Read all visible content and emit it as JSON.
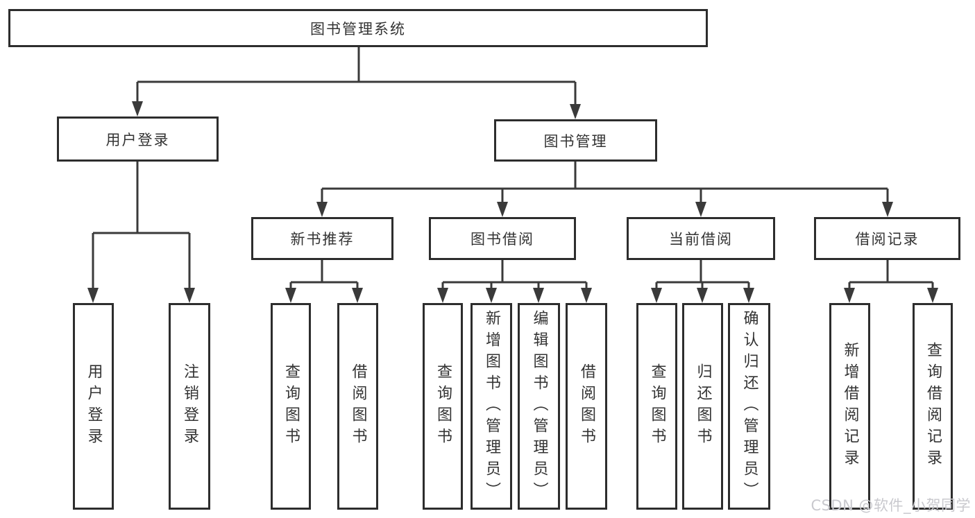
{
  "colors": {
    "background": "#ffffff",
    "line": "#3a3a3a",
    "box_border": "#2d2d2d",
    "text": "#333333",
    "watermark_text": "#c9c9ce"
  },
  "watermark": "CSDN @软件_小贺同学",
  "nodes": {
    "root": "图书管理系统",
    "user_login": "用户登录",
    "book_management": "图书管理",
    "new_book_recommend": "新书推荐",
    "book_borrowing": "图书借阅",
    "current_borrowing": "当前借阅",
    "borrowing_records": "借阅记录",
    "user_login_leaf": "用户登录",
    "logout_leaf": "注销登录",
    "nb_query_books": "查询图书",
    "nb_borrow_books": "借阅图书",
    "bb_query_books": "查询图书",
    "bb_add_books": "新增图书（管理员）",
    "bb_edit_books": "编辑图书（管理员）",
    "bb_borrow_books": "借阅图书",
    "cb_query_books": "查询图书",
    "cb_return_books": "归还图书",
    "cb_confirm_return": "确认归还（管理员）",
    "br_add_record": "新增借阅记录",
    "br_query_record": "查询借阅记录"
  }
}
